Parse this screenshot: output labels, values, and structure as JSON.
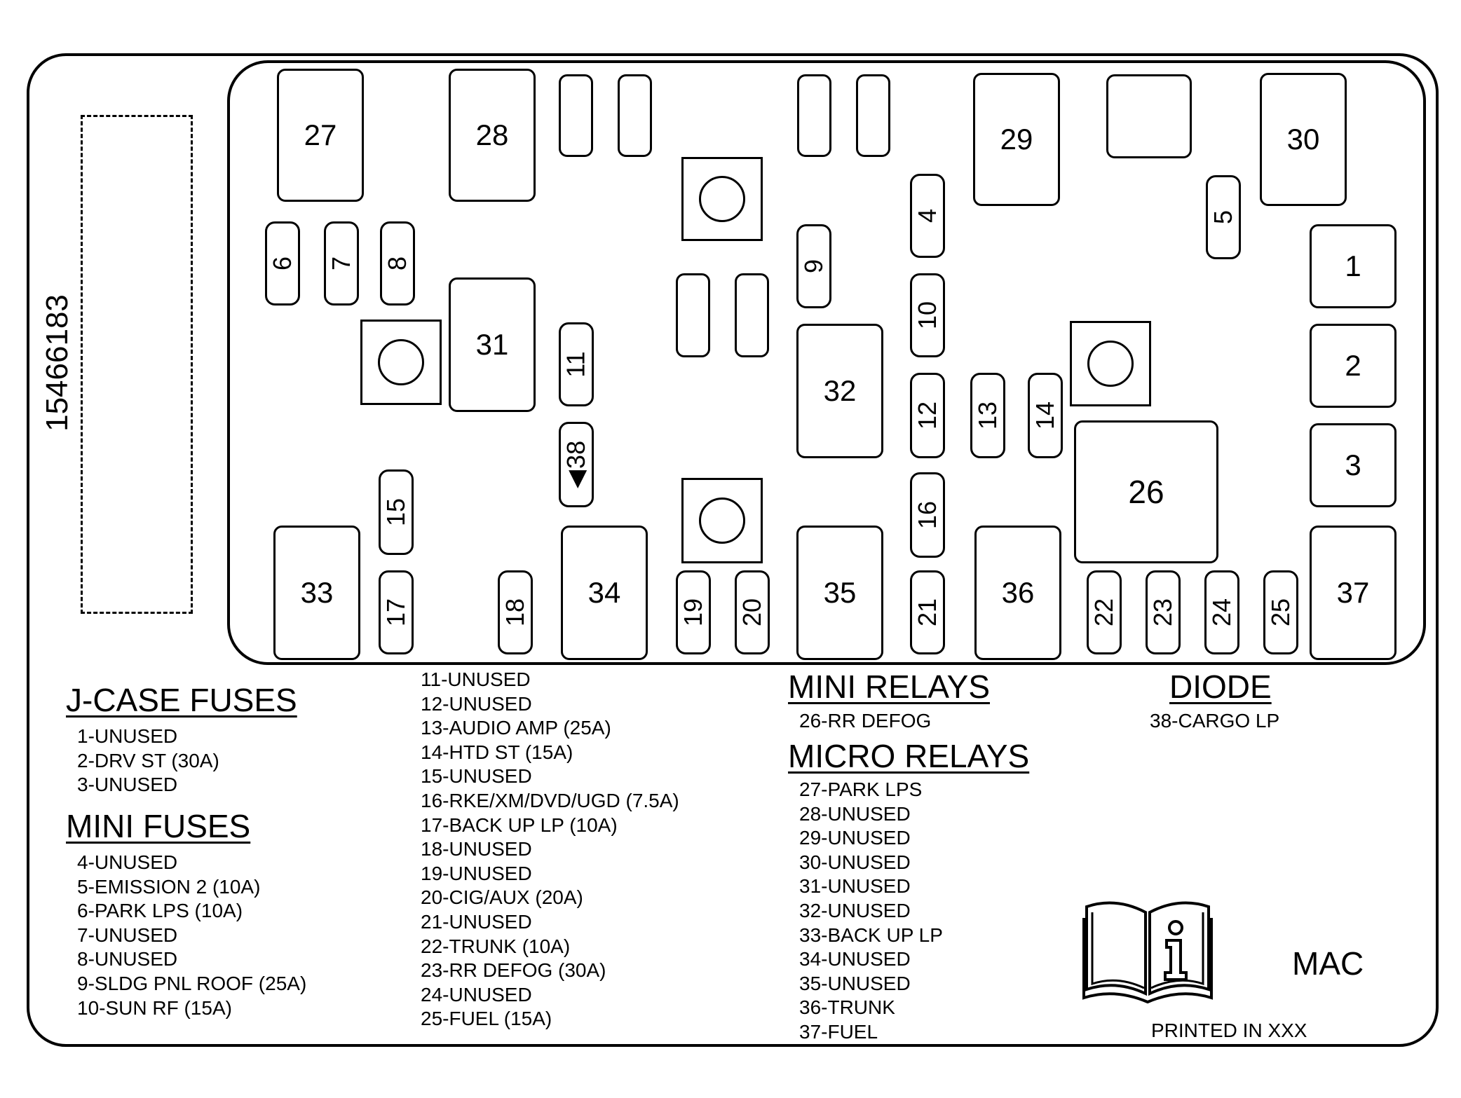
{
  "part_number": "15466183",
  "positions": [
    {
      "label": "1"
    },
    {
      "label": "2"
    },
    {
      "label": "3"
    },
    {
      "label": "4"
    },
    {
      "label": "5"
    },
    {
      "label": "6"
    },
    {
      "label": "7"
    },
    {
      "label": "8"
    },
    {
      "label": "9"
    },
    {
      "label": "10"
    },
    {
      "label": "11"
    },
    {
      "label": "12"
    },
    {
      "label": "13"
    },
    {
      "label": "14"
    },
    {
      "label": "15"
    },
    {
      "label": "16"
    },
    {
      "label": "17"
    },
    {
      "label": "18"
    },
    {
      "label": "19"
    },
    {
      "label": "20"
    },
    {
      "label": "21"
    },
    {
      "label": "22"
    },
    {
      "label": "23"
    },
    {
      "label": "24"
    },
    {
      "label": "25"
    },
    {
      "label": "26"
    },
    {
      "label": "27"
    },
    {
      "label": "28"
    },
    {
      "label": "29"
    },
    {
      "label": "30"
    },
    {
      "label": "31"
    },
    {
      "label": "32"
    },
    {
      "label": "33"
    },
    {
      "label": "34"
    },
    {
      "label": "35"
    },
    {
      "label": "36"
    },
    {
      "label": "37"
    },
    {
      "label": "38"
    }
  ],
  "sections": {
    "jcase": {
      "heading": "J-CASE FUSES",
      "items": [
        "1-UNUSED",
        "2-DRV ST (30A)",
        "3-UNUSED"
      ]
    },
    "mini_fuses": {
      "heading": "MINI FUSES",
      "items_col1": [
        "4-UNUSED",
        "5-EMISSION 2 (10A)",
        "6-PARK LPS (10A)",
        "7-UNUSED",
        "8-UNUSED",
        "9-SLDG PNL ROOF (25A)",
        "10-SUN RF (15A)"
      ],
      "items_col2": [
        "11-UNUSED",
        "12-UNUSED",
        "13-AUDIO AMP (25A)",
        "14-HTD ST (15A)",
        "15-UNUSED",
        "16-RKE/XM/DVD/UGD (7.5A)",
        "17-BACK UP LP (10A)",
        "18-UNUSED",
        "19-UNUSED",
        "20-CIG/AUX (20A)",
        "21-UNUSED",
        "22-TRUNK (10A)",
        "23-RR DEFOG (30A)",
        "24-UNUSED",
        "25-FUEL (15A)"
      ]
    },
    "mini_relays": {
      "heading": "MINI RELAYS",
      "items": [
        "26-RR DEFOG"
      ]
    },
    "micro_relays": {
      "heading": "MICRO RELAYS",
      "items": [
        "27-PARK LPS",
        "28-UNUSED",
        "29-UNUSED",
        "30-UNUSED",
        "31-UNUSED",
        "32-UNUSED",
        "33-BACK UP LP",
        "34-UNUSED",
        "35-UNUSED",
        "36-TRUNK",
        "37-FUEL"
      ]
    },
    "diode": {
      "heading": "DIODE",
      "items": [
        "38-CARGO LP"
      ]
    }
  },
  "footer": {
    "code": "MAC",
    "printed": "PRINTED IN XXX",
    "icon": "owner-manual-info-icon"
  }
}
